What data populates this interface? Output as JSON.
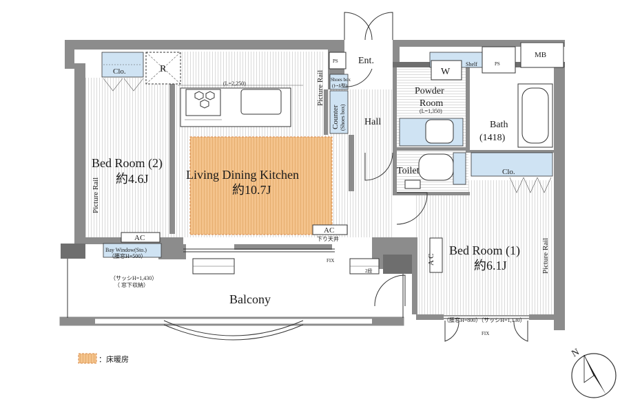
{
  "legend": {
    "swatch_color": "#f4c38c",
    "text": "：床暖房"
  },
  "rooms": {
    "bed2": {
      "name": "Bed Room (2)",
      "size": "約4.6J"
    },
    "ldk": {
      "name": "Living Dining Kitchen",
      "size": "約10.7J"
    },
    "bed1": {
      "name": "Bed Room (1)",
      "size": "約6.1J"
    },
    "balcony": "Balcony",
    "hall": "Hall",
    "ent": "Ent.",
    "powder": {
      "line1": "Powder",
      "line2": "Room",
      "note": "(L=1,350)"
    },
    "bath": {
      "line1": "Bath",
      "line2": "(1418)"
    },
    "toilet": "Toilet"
  },
  "labels": {
    "clo_left": "Clo.",
    "clo_right": "Clo.",
    "r": "R",
    "kitchen_len": "(L=2,250)",
    "picture_rail": "Picture Rail",
    "ps1": "PS",
    "ps2": "PS",
    "mb": "MB",
    "shoes_box": "Shoes box",
    "shoes_box_sub": "(ﾄｰﾙ型)",
    "counter": "Counter",
    "counter_sub": "(Shoes box)",
    "w": "W",
    "shelf": "Shelf",
    "ac": "AC",
    "ac_vertical": "A C",
    "sagari": "下り天井",
    "bay": "Bay Window(Sto.)",
    "bay_sub": "（腰窓H=500）",
    "sash1": "（サッシH=1,430）",
    "sash1_sub": "（ 窓下収納）",
    "fix": "FIX",
    "fix2": "FIX",
    "step": "2段",
    "bed1_window": "（腰窓H=800）（サッシH=1,130）",
    "north": "N"
  },
  "colors": {
    "floor_heating": "#f4c38c",
    "storage_blue": "#cfe3f3",
    "wall": "#8c8c8c"
  }
}
